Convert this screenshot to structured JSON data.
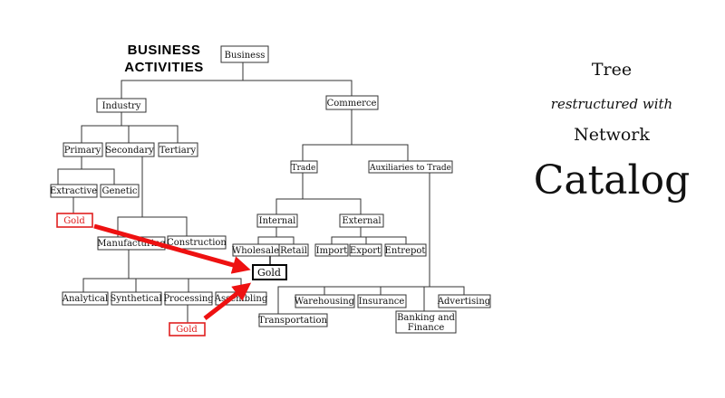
{
  "heading": {
    "line1": "BUSINESS",
    "line2": "ACTIVITIES"
  },
  "side": {
    "line1": "Tree",
    "line2": "restructured with",
    "line3": "Network",
    "line4": "Catalog"
  },
  "colors": {
    "highlight": "#e02020",
    "arrow": "#ee1111",
    "border": "#333333"
  },
  "nodes": {
    "business": "Business",
    "industry": "Industry",
    "commerce": "Commerce",
    "primary": "Primary",
    "secondary": "Secondary",
    "tertiary": "Tertiary",
    "extractive": "Extractive",
    "genetic": "Genetic",
    "gold_extractive": "Gold",
    "manufacturing": "Manufacturing",
    "construction": "Construction",
    "analytical": "Analytical",
    "synthetical": "Synthetical",
    "processing": "Processing",
    "assembling": "Assembling",
    "gold_processing": "Gold",
    "trade": "Trade",
    "auxiliaries": "Auxiliaries to Trade",
    "internal": "Internal",
    "external": "External",
    "wholesale": "Wholesale",
    "retail": "Retail",
    "import": "Import",
    "export": "Export",
    "entrepot": "Entrepot",
    "gold_hub": "Gold",
    "warehousing": "Warehousing",
    "insurance": "Insurance",
    "advertising": "Advertising",
    "transportation": "Transportation",
    "banking_line1": "Banking and",
    "banking_line2": "Finance"
  }
}
